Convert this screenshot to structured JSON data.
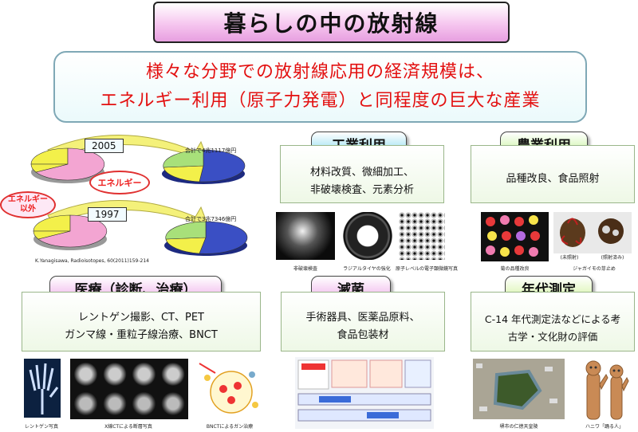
{
  "title": "暮らしの中の放射線",
  "subtitle": {
    "line1": "様々な分野での放射線応用の経済規模は、",
    "line2": "エネルギー利用（原子力発電）と同程度の巨大な産業"
  },
  "economics": {
    "year_2005": "2005",
    "year_1997": "1997",
    "total_2005": "合計で4兆1117億円",
    "total_1997": "合計で3兆7346億円",
    "label_energy": "エネルギー",
    "label_non_energy": "エネルギー以外",
    "source": "K.Yanagisawa, Radioisotopes, 60(2011)159-214"
  },
  "sections": {
    "industry": {
      "title": "工業利用",
      "lines": [
        "材料改質、微細加工、",
        "非破壊検査、元素分析"
      ],
      "captions": [
        "非破壊検査",
        "ラジアルタイヤの強化",
        "原子レベルの電子顕微鏡写真"
      ]
    },
    "agriculture": {
      "title": "農業利用",
      "lines": [
        "品種改良、食品照射"
      ],
      "captions": [
        "菊の品種改良",
        "(未照射)",
        "(照射済み)",
        "ジャガイモの芽止め"
      ]
    },
    "medical": {
      "title": "医療（診断、治療）",
      "lines": [
        "レントゲン撮影、CT、PET",
        "ガンマ線・重粒子線治療、BNCT"
      ],
      "captions": [
        "レントゲン写真",
        "X線CTによる断層写真",
        "BNCTによるガン治療"
      ]
    },
    "sterilization": {
      "title": "滅菌",
      "lines": [
        "手術器具、医薬品原料、",
        "食品包装材"
      ]
    },
    "dating": {
      "title": "年代測定",
      "lines": [
        "C-14 年代測定法などによる考",
        "古学・文化財の評価"
      ],
      "captions": [
        "堺市の仁徳天皇陵",
        "ハニワ「踊る人」"
      ]
    }
  },
  "colors": {
    "title_pink": "#f0b6ec",
    "subtitle_red": "#e31010",
    "pie_blue": "#3a4fc4",
    "pie_yellow": "#f3f04a",
    "pie_pink": "#f3a5d2"
  }
}
